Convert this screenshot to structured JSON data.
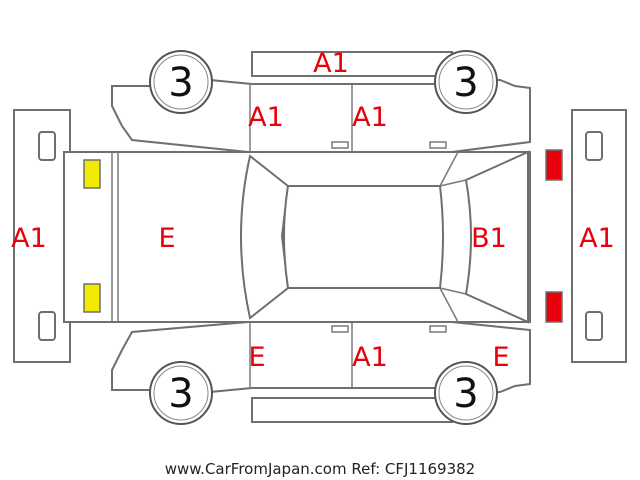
{
  "colors": {
    "outline": "#6f6f6f",
    "damage_code": "#e8000b",
    "front_lamp": "#f2ea00",
    "rear_lamp": "#e8000b",
    "wheel_number": "#111111"
  },
  "wheels": {
    "front_left": "3",
    "rear_left": "3",
    "front_right": "3",
    "rear_right": "3"
  },
  "codes": {
    "roof_top_strip": "A1",
    "front_left_door": "A1",
    "rear_left_door": "A1",
    "front_bumper": "A1",
    "hood": "E",
    "rear_window_gate": "B1",
    "rear_bumper": "A1",
    "front_right_fender": "E",
    "rear_right_door": "A1",
    "rear_right_fender": "E"
  },
  "footer": {
    "text": "www.CarFromJapan.com Ref: CFJ1169382"
  }
}
